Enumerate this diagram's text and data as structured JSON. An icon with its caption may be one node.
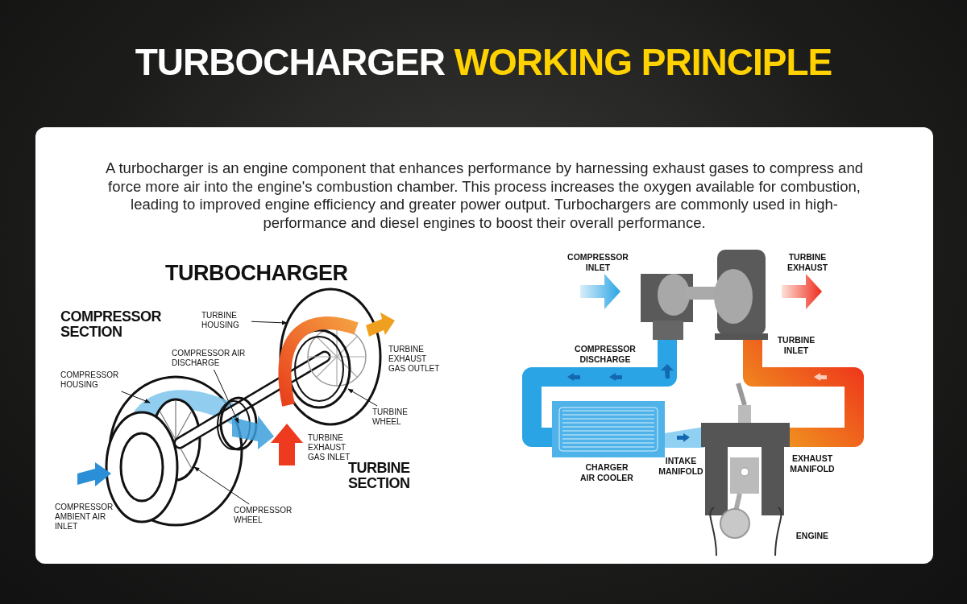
{
  "diagram": {
    "title": "TURBOCHARGER WORKING PRINCIPLE",
    "nodes": [
      {
        "text": [
          "TURBINE HOUSING"
        ]
      },
      {
        "text": [
          "COMPRESSOR AIR DISCHARGE"
        ]
      },
      {
        "text": [
          "COMPRESSOR HOUSING"
        ]
      },
      {
        "text": [
          "TURBINE WHEEL"
        ]
      },
      {
        "text": [
          "COMPRESSOR WHEEL"
        ]
      }
    ],
    "edges": [
      {
        "from": 0,
        "to": null,
        "arrow": "to"
      },
      {
        "from": 1,
        "to": null,
        "arrow": "to"
      },
      {
        "from": 2,
        "to": null,
        "arrow": "to"
      },
      {
        "from": 3,
        "to": null,
        "arrow": "to"
      },
      {
        "from": 4,
        "to": null,
        "arrow": "to"
      }
    ],
    "labels": [
      "A turbocharger is an engine component that enhances performance by harnessing exhaust gases to compress and force more air into the engine's combustion chamber. This process increases the oxygen available for combustion, leading to improved engine efficiency and greater power output. Turbochargers are commonly used in high-performance and diesel engines to boost their overall performance.",
      "TURBOCHARGER",
      "COMPRESSOR SECTION",
      "TURBINE EXHAUST GAS OUTLET",
      "TURBINE EXHAUST GAS INLET",
      "TURBINE SECTION",
      "COMPRESSOR AMBIENT AIR INLET",
      "COMPRESSOR INLET",
      "TURBINE EXHAUST",
      "COMPRESSOR DISCHARGE",
      "TURBINE INLET",
      "CHARGER AIR COOLER",
      "INTAKE MANIFOLD",
      "EXHAUST MANIFOLD",
      "ENGINE"
    ]
  }
}
